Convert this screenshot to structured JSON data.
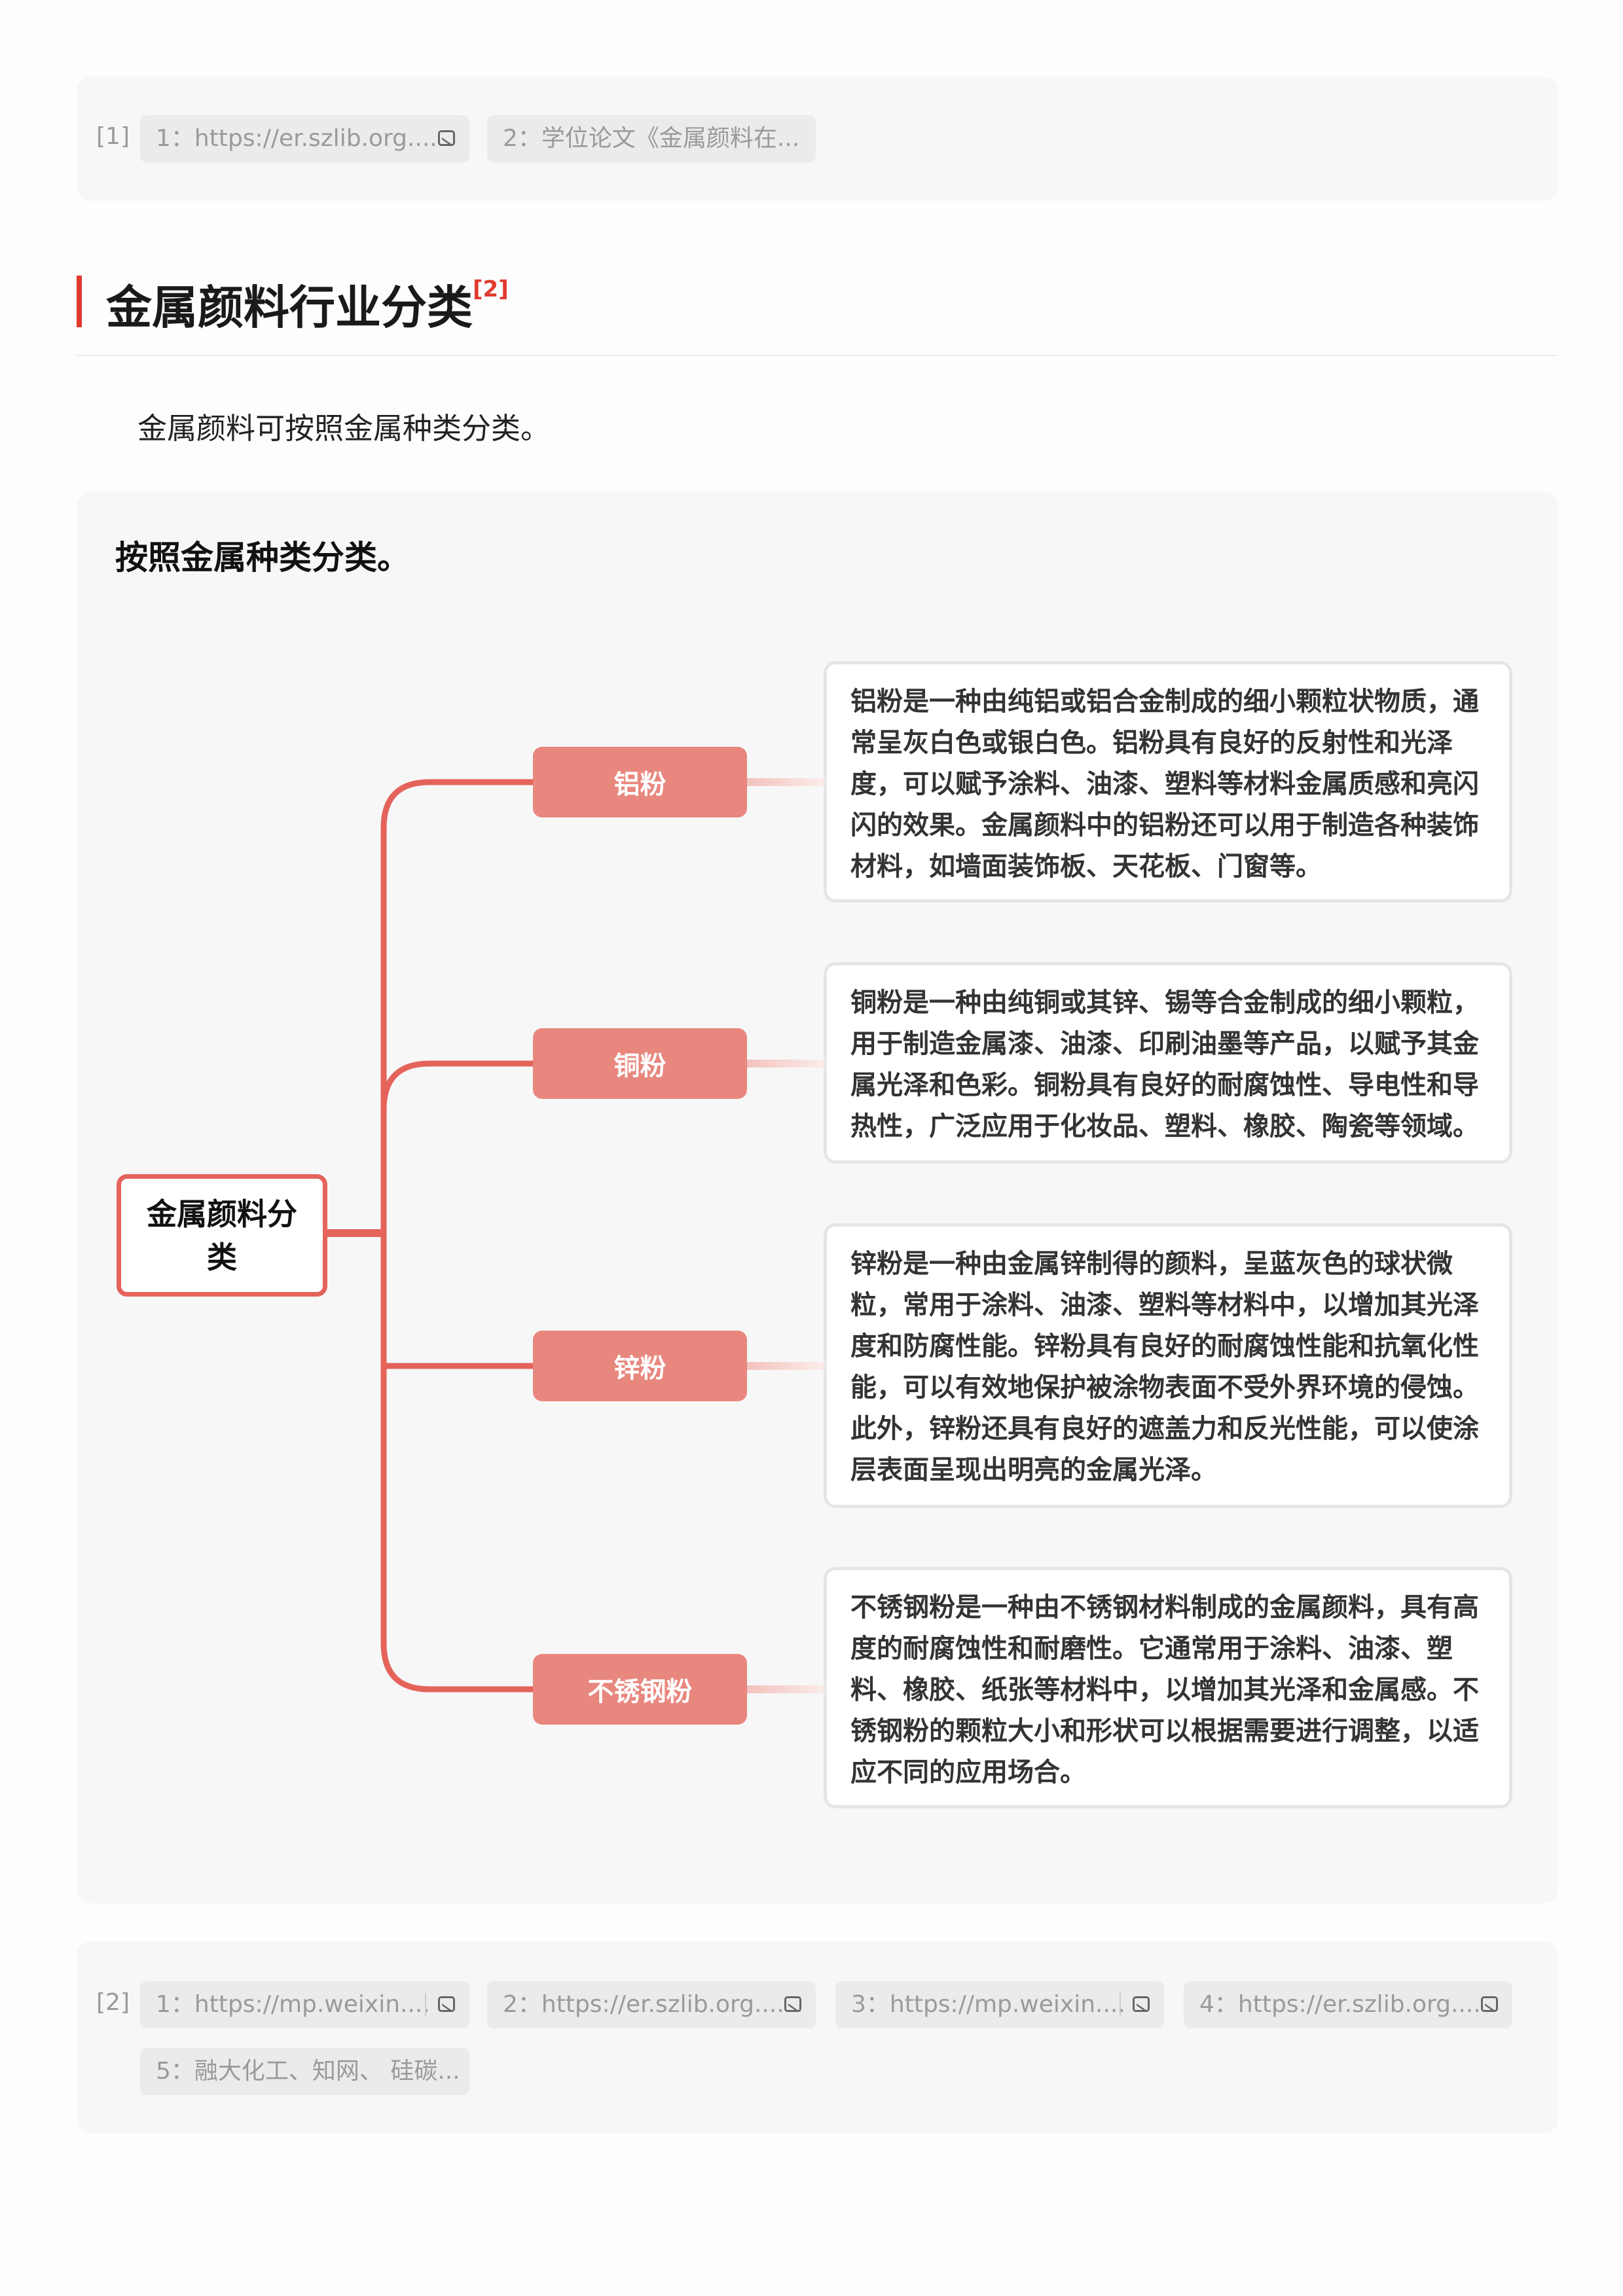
{
  "refs_top": {
    "label": "[1]",
    "chips": [
      {
        "text": "1：https://er.szlib.org....",
        "icon": "image-icon"
      },
      {
        "text": "2：学位论文《金属颜料在..."
      }
    ]
  },
  "section": {
    "title": "金属颜料行业分类",
    "sup": "[2]",
    "intro": "金属颜料可按照金属种类分类。"
  },
  "mindmap": {
    "title": "按照金属种类分类。",
    "root": "金属颜料分类",
    "branches": [
      {
        "label": "铝粉",
        "detail": "铝粉是一种由纯铝或铝合金制成的细小颗粒状物质，通常呈灰白色或银白色。铝粉具有良好的反射性和光泽度，可以赋予涂料、油漆、塑料等材料金属质感和亮闪闪的效果。金属颜料中的铝粉还可以用于制造各种装饰材料，如墙面装饰板、天花板、门窗等。"
      },
      {
        "label": "铜粉",
        "detail": "铜粉是一种由纯铜或其锌、锡等合金制成的细小颗粒，用于制造金属漆、油漆、印刷油墨等产品，以赋予其金属光泽和色彩。铜粉具有良好的耐腐蚀性、导电性和导热性，广泛应用于化妆品、塑料、橡胶、陶瓷等领域。"
      },
      {
        "label": "锌粉",
        "detail": "锌粉是一种由金属锌制得的颜料，呈蓝灰色的球状微粒，常用于涂料、油漆、塑料等材料中，以增加其光泽度和防腐性能。锌粉具有良好的耐腐蚀性能和抗氧化性能，可以有效地保护被涂物表面不受外界环境的侵蚀。此外，锌粉还具有良好的遮盖力和反光性能，可以使涂层表面呈现出明亮的金属光泽。"
      },
      {
        "label": "不锈钢粉",
        "detail": "不锈钢粉是一种由不锈钢材料制成的金属颜料，具有高度的耐腐蚀性和耐磨性。它通常用于涂料、油漆、塑料、橡胶、纸张等材料中，以增加其光泽和金属感。不锈钢粉的颗粒大小和形状可以根据需要进行调整，以适应不同的应用场合。"
      }
    ]
  },
  "refs_bottom": {
    "label": "[2]",
    "chips": [
      {
        "text": "1：https://mp.weixin....",
        "icon": "image-icon"
      },
      {
        "text": "2：https://er.szlib.org....",
        "icon": "image-icon"
      },
      {
        "text": "3：https://mp.weixin....",
        "icon": "image-icon"
      },
      {
        "text": "4：https://er.szlib.org....",
        "icon": "image-icon"
      },
      {
        "text": "5：融大化工、知网、 硅碳..."
      }
    ]
  },
  "colors": {
    "accent": "#e03a2f",
    "line": "#e4635b",
    "branch": "#e8877e"
  }
}
